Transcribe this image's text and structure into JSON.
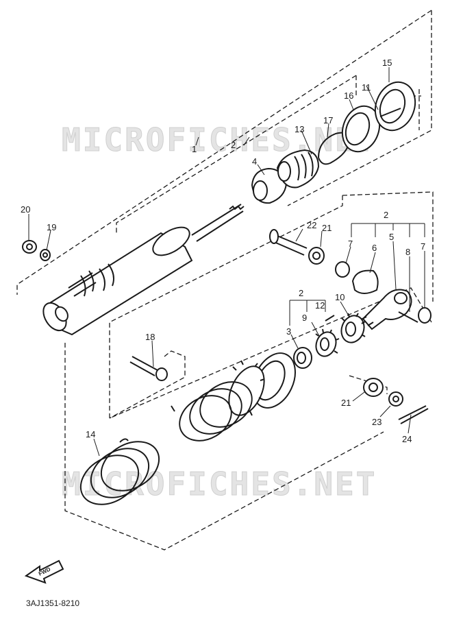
{
  "watermarks": [
    "MICROFICHES.NET",
    "MICROFICHES.NET"
  ],
  "fwd_label": "FWD",
  "diagram_code": "3AJ1351-8210",
  "callouts": {
    "c1": "1",
    "c2a": "2",
    "c2b": "2",
    "c2c": "2",
    "c3": "3",
    "c4": "4",
    "c5": "5",
    "c6": "6",
    "c7a": "7",
    "c7b": "7",
    "c8": "8",
    "c9": "9",
    "c10": "10",
    "c11": "11",
    "c12": "12",
    "c13": "13",
    "c14": "14",
    "c15": "15",
    "c16": "16",
    "c17": "17",
    "c18": "18",
    "c19": "19",
    "c20": "20",
    "c21a": "21",
    "c21b": "21",
    "c22": "22",
    "c23": "23",
    "c24": "24"
  }
}
